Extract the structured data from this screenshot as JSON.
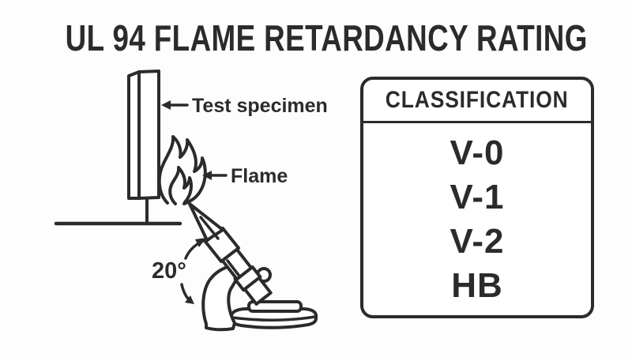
{
  "title": "UL 94 FLAME RETARDANCY RATING",
  "colors": {
    "ink": "#2b2b2b",
    "background": "#fdfdfd",
    "panel_fill": "#ffffff"
  },
  "diagram": {
    "labels": {
      "test_specimen": "Test specimen",
      "flame": "Flame",
      "angle": "20°"
    },
    "icons": {
      "specimen": "test-specimen-bar-icon",
      "flame": "flame-icon",
      "burner": "bunsen-burner-icon",
      "angle_arc": "angle-arc-icon",
      "specimen_pointer": "left-arrow-icon",
      "flame_pointer": "left-arrow-icon"
    }
  },
  "classification": {
    "header": "CLASSIFICATION",
    "items": [
      {
        "label": "V-0"
      },
      {
        "label": "V-1"
      },
      {
        "label": "V-2"
      },
      {
        "label": "HB"
      }
    ]
  }
}
